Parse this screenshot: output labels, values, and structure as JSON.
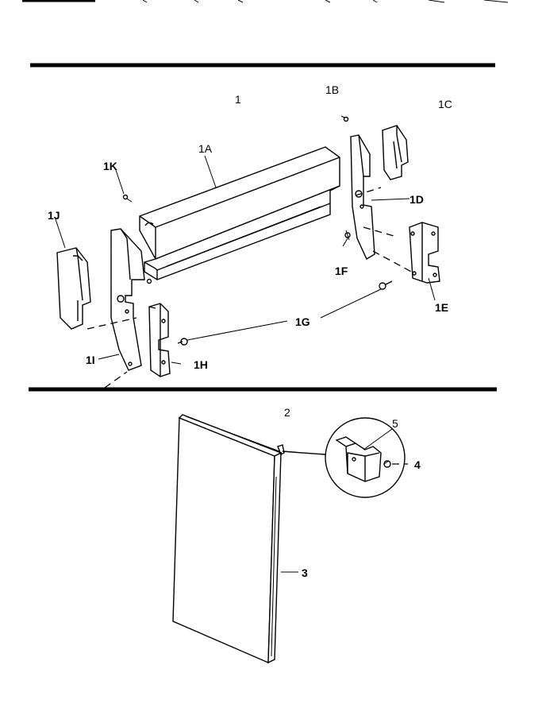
{
  "labels": {
    "group_1": "1",
    "part_1a": "1A",
    "part_1b": "1B",
    "part_1c": "1C",
    "part_1d": "1D",
    "part_1e": "1E",
    "part_1f": "1F",
    "part_1g": "1G",
    "part_1h": "1H",
    "part_1i": "1I",
    "part_1j": "1J",
    "part_1k": "1K",
    "group_2": "2",
    "part_3": "3",
    "part_4": "4",
    "part_5": "5"
  }
}
